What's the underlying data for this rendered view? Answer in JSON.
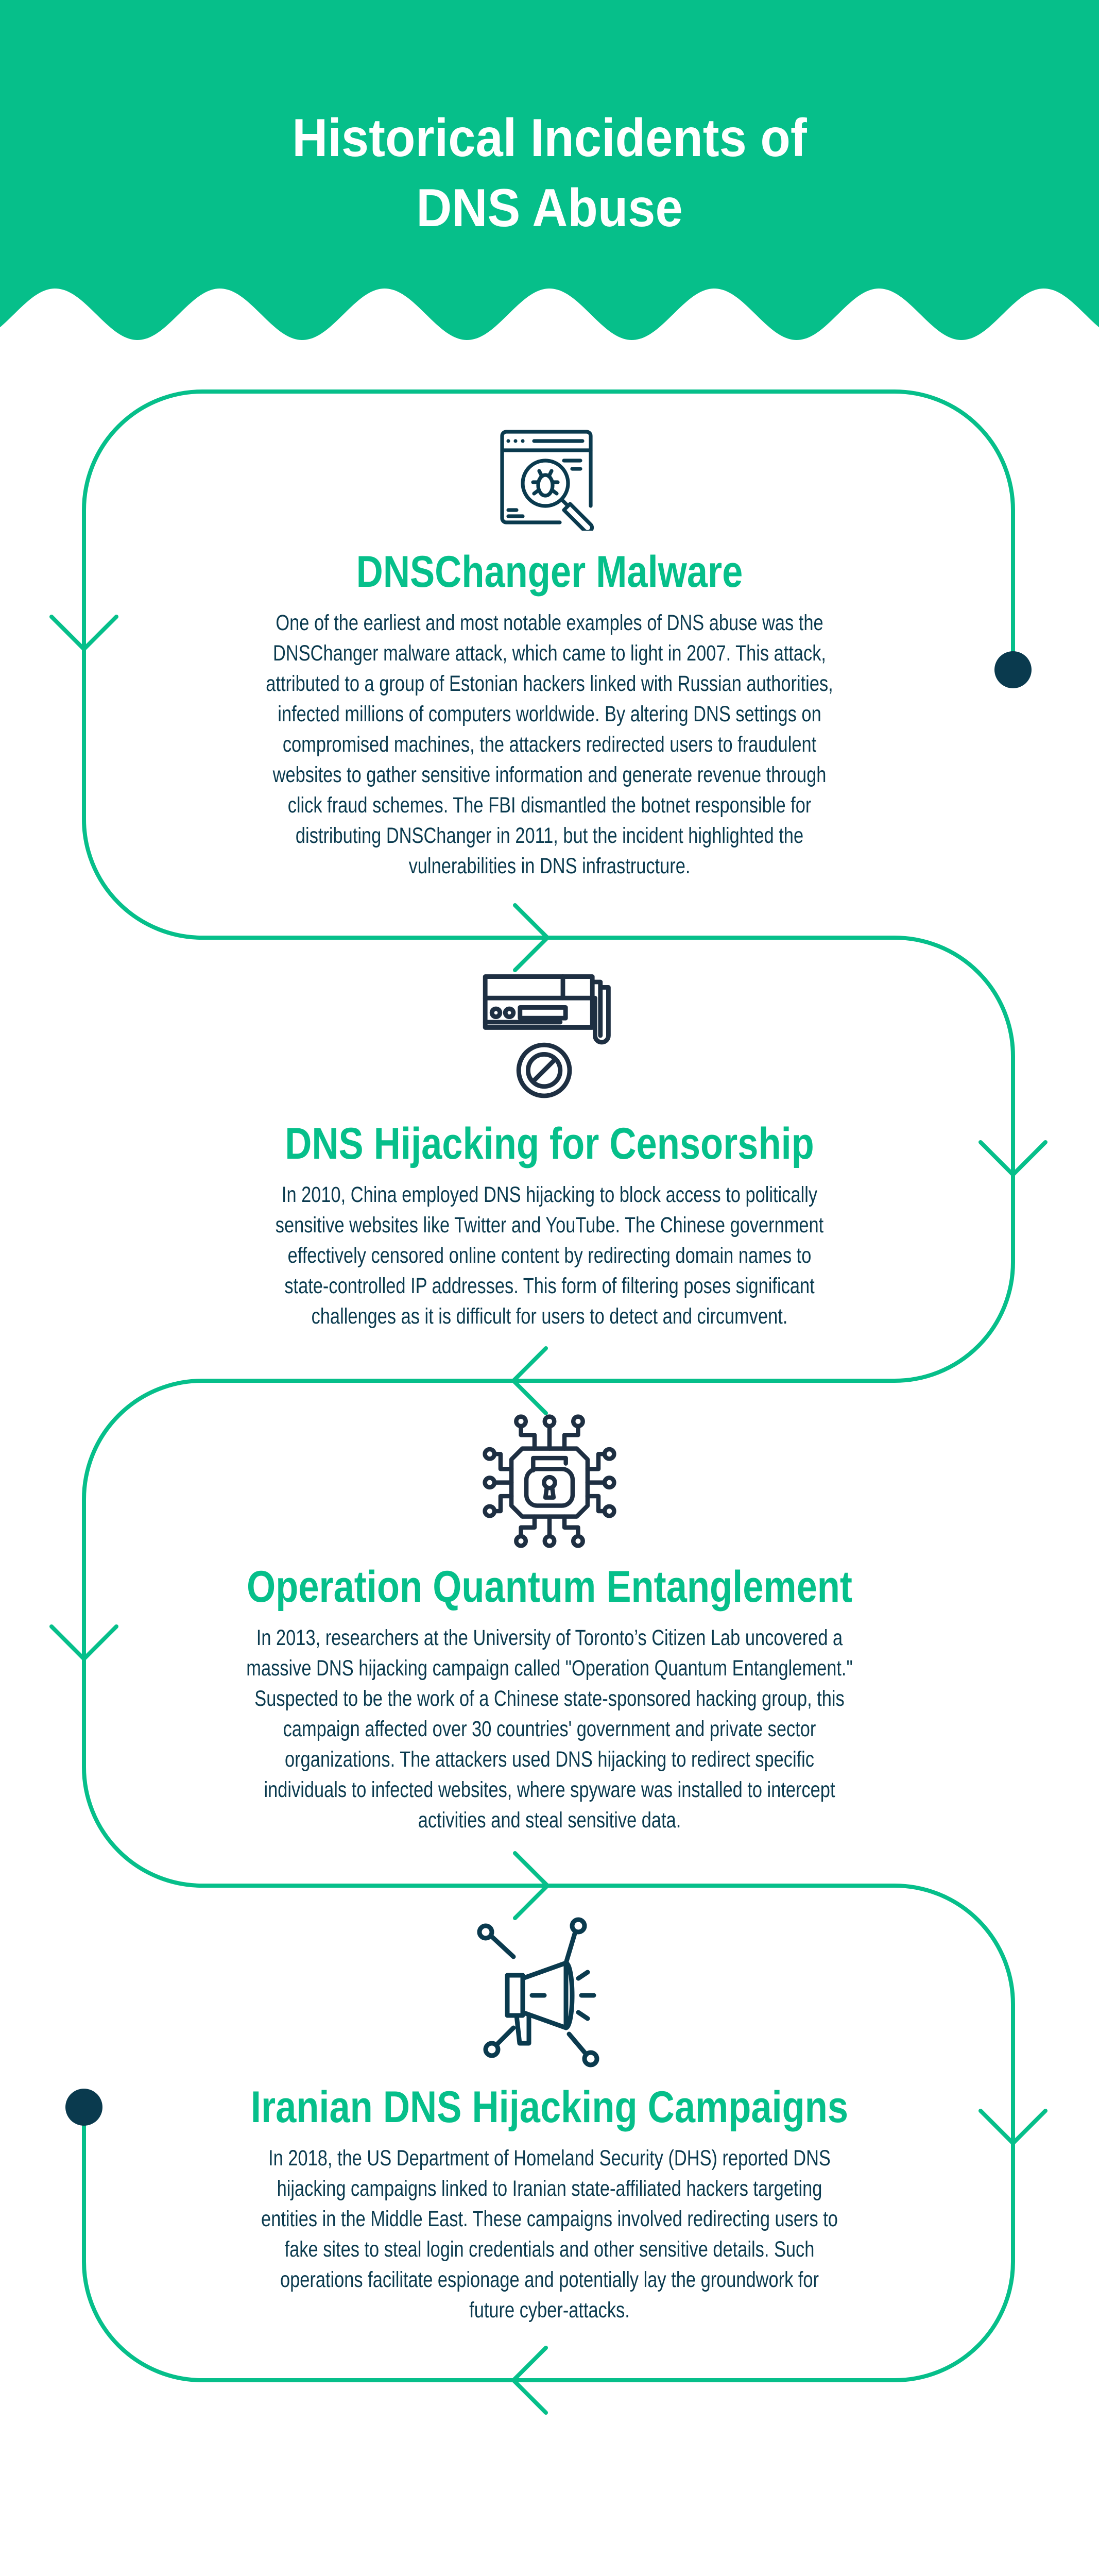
{
  "header": {
    "title_lines": [
      "Historical Incidents of",
      "DNS Abuse"
    ],
    "background_color": "#06BF8A"
  },
  "colors": {
    "accent": "#06BF8A",
    "text": "#0B3B4F",
    "dot": "#0A3A4E",
    "icon": "#1E2F42"
  },
  "sections": [
    {
      "icon": "browser-bug-search-icon",
      "title": "DNSChanger Malware",
      "body_lines": [
        "One of the earliest and most notable examples of DNS abuse was the",
        "DNSChanger malware attack, which came to light in 2007. This attack,",
        "attributed to a group of Estonian hackers linked with Russian authorities,",
        "infected millions of computers worldwide. By altering DNS settings on",
        "compromised machines, the attackers redirected users to fraudulent",
        "websites to gather sensitive information and generate revenue through",
        "click fraud schemes. The FBI dismantled the botnet responsible for",
        "distributing DNSChanger in 2011, but the incident highlighted the",
        "vulnerabilities in DNS infrastructure."
      ]
    },
    {
      "icon": "blocked-card-icon",
      "title": "DNS Hijacking for Censorship",
      "body_lines": [
        "In 2010, China employed DNS hijacking to block access to politically",
        "sensitive websites like Twitter and YouTube. The Chinese government",
        "effectively censored online content by redirecting domain names to",
        "state-controlled IP addresses. This form of filtering poses significant",
        "challenges as it is difficult for users to detect and circumvent."
      ]
    },
    {
      "icon": "chip-lock-icon",
      "title": "Operation Quantum Entanglement",
      "body_lines": [
        "In 2013, researchers at the University of Toronto’s Citizen Lab uncovered a",
        "massive DNS hijacking campaign called \"Operation Quantum Entanglement.\"",
        "Suspected to be the work of a Chinese state-sponsored hacking group, this",
        "campaign affected over 30 countries' government and private sector",
        "organizations. The attackers used DNS hijacking to redirect specific",
        "individuals to infected websites, where spyware was installed to intercept",
        "activities and steal sensitive data."
      ]
    },
    {
      "icon": "megaphone-network-icon",
      "title": "Iranian DNS Hijacking Campaigns",
      "body_lines": [
        "In 2018, the US Department of Homeland Security (DHS) reported DNS",
        "hijacking campaigns linked to Iranian state-affiliated hackers targeting",
        "entities in the Middle East. These campaigns involved redirecting users to",
        "fake sites to steal login credentials and other sensitive details. Such",
        "operations facilitate espionage and potentially lay the groundwork for",
        "future cyber-attacks."
      ]
    }
  ]
}
